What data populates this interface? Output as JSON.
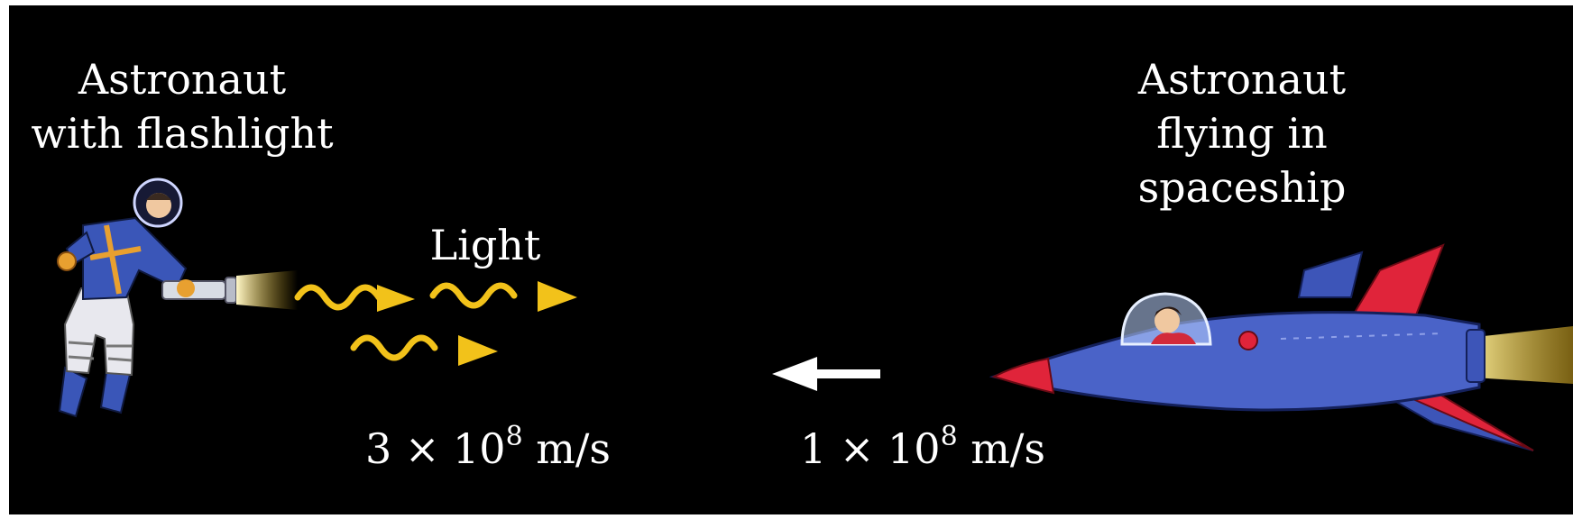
{
  "labels": {
    "astronaut_left_line1": "Astronaut",
    "astronaut_left_line2": "with flashlight",
    "astronaut_right_line1": "Astronaut",
    "astronaut_right_line2": "flying in",
    "astronaut_right_line3": "spaceship",
    "light": "Light"
  },
  "speeds": {
    "light": {
      "mantissa": "3",
      "times": "×",
      "base": "10",
      "exponent": "8",
      "unit": "m/s"
    },
    "ship": {
      "mantissa": "1",
      "times": "×",
      "base": "10",
      "exponent": "8",
      "unit": "m/s"
    }
  },
  "colors": {
    "background": "#000000",
    "text": "#ffffff",
    "light_wave": "#f2c21a",
    "velocity_arrow": "#ffffff",
    "ship_body": "#4a63c8",
    "ship_fins": "#e0243a",
    "suit": "#3a56b8"
  },
  "icons": {
    "astronaut_left": "astronaut-with-flashlight-icon",
    "spaceship": "spaceship-icon"
  }
}
